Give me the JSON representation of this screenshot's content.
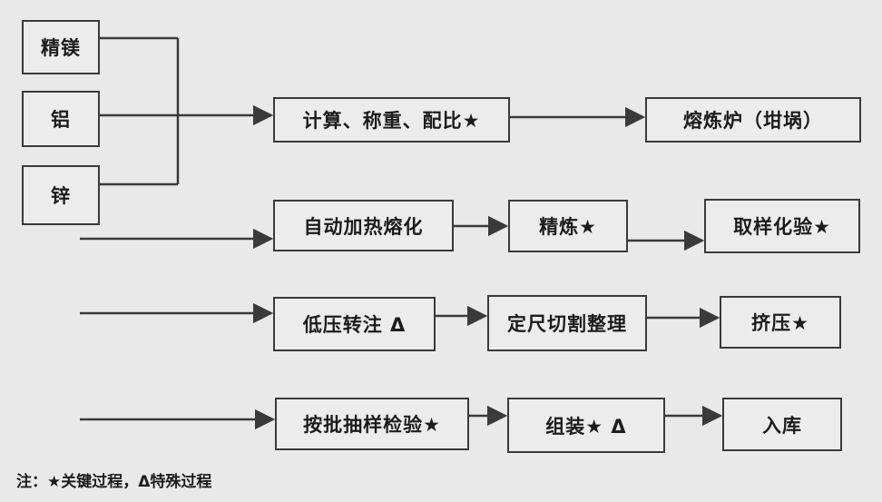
{
  "materials": {
    "mg": "精镁",
    "al": "铝",
    "zn": "锌"
  },
  "steps": {
    "calc": "计算、称重、配比★",
    "furnace": "熔炼炉（坩埚）",
    "auto_melt": "自动加热熔化",
    "refine": "精炼★",
    "sample_test": "取样化验★",
    "low_pressure": "低压转注 Δ",
    "cut": "定尺切割整理",
    "extrude": "挤压★",
    "batch_inspect": "按批抽样检验★",
    "assemble": "组装★ Δ",
    "storage": "入库"
  },
  "note": "注：★关键过程，Δ特殊过程"
}
